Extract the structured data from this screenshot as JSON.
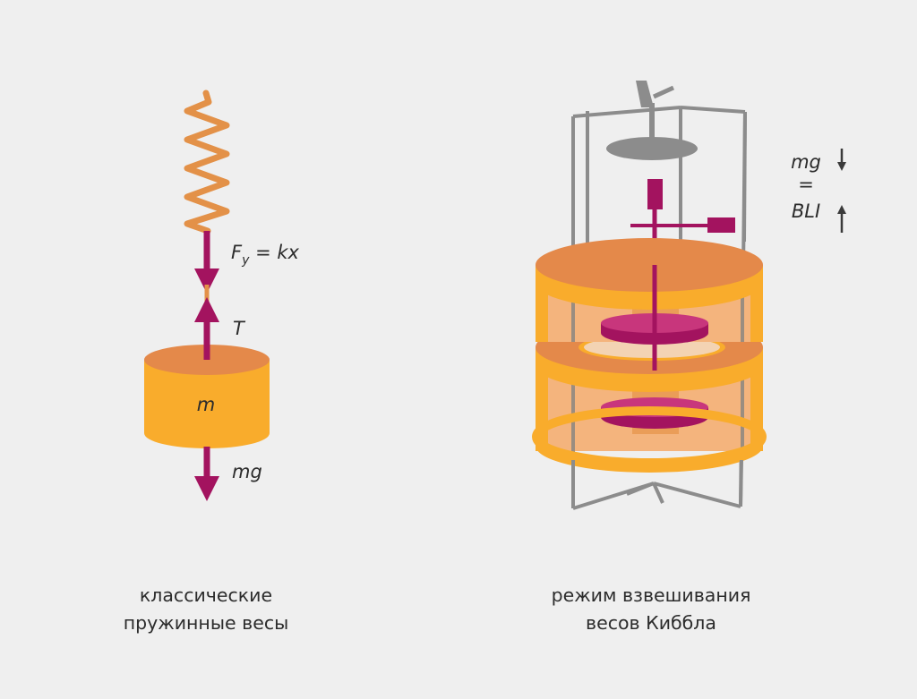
{
  "spring_scale": {
    "force_label_main": "F",
    "force_label_sub": "y",
    "force_label_rest": " = kx",
    "tension_label": "T",
    "mass_label": "m",
    "weight_label": "mg",
    "caption_line1": "классические",
    "caption_line2": "пружинные весы"
  },
  "kibble_balance": {
    "eq_top": "mg",
    "eq_sign": "=",
    "eq_bottom": "BLI",
    "caption_line1": "режим взвешивания",
    "caption_line2": "весов Киббла"
  },
  "colors": {
    "background": "#efefef",
    "spring": "#e39148",
    "arrow": "#a3135f",
    "mass_side": "#f9ac2c",
    "mass_top": "#e4894a",
    "frame": "#8c8c8c",
    "text": "#2c2c2c"
  }
}
